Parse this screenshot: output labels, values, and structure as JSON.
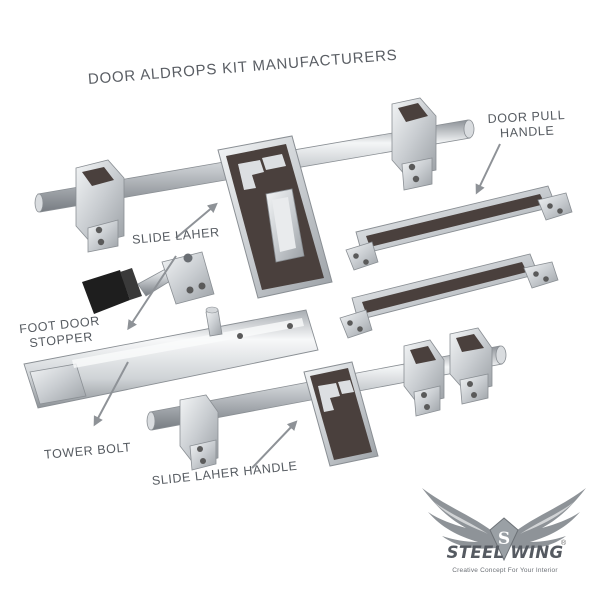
{
  "title": "DOOR ALDROPS KIT MANUFACTURERS",
  "labels": {
    "door_pull_line1": "DOOR PULL",
    "door_pull_line2": "HANDLE",
    "slide_laher": "SLIDE LAHER",
    "foot_door_line1": "FOOT DOOR",
    "foot_door_line2": "STOPPER",
    "tower_bolt": "TOWER BOLT",
    "slide_laher_handle": "SLIDE LAHER HANDLE"
  },
  "brand": {
    "logo_letter": "S",
    "name": "STEEL WING",
    "registered": "®",
    "tagline": "Creative Concept For Your Interior"
  },
  "icons": [
    "wing-logo-icon",
    "arrow-icon"
  ],
  "colors": {
    "background": "#ffffff",
    "steel": "#c9cdd1",
    "inlay": "#4a403d",
    "label_text": "#555a60",
    "arrow": "#8e9297"
  }
}
